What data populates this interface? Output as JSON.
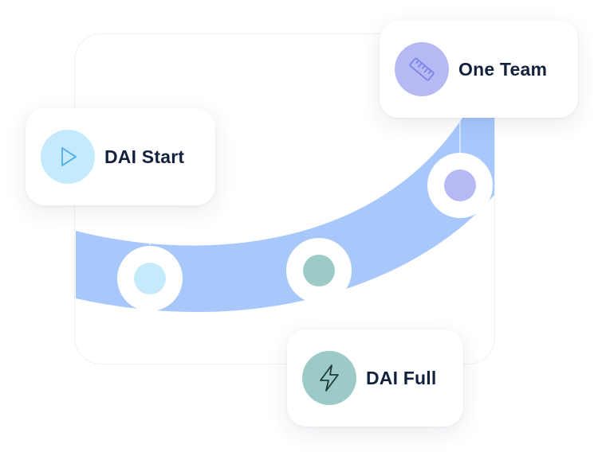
{
  "stages": [
    {
      "id": "start",
      "label": "DAI Start",
      "icon": "play-icon",
      "icon_bg": "#c4eafc",
      "icon_color": "#5ab4e8",
      "dot_color": "#c4eafc"
    },
    {
      "id": "full",
      "label": "DAI Full",
      "icon": "lightning-icon",
      "icon_bg": "#9ccac6",
      "icon_color": "#1f3a3a",
      "dot_color": "#9ccac6"
    },
    {
      "id": "team",
      "label": "One Team",
      "icon": "ruler-icon",
      "icon_bg": "#b7b9f4",
      "icon_color": "#7f88e6",
      "dot_color": "#b7b9f4"
    }
  ],
  "colors": {
    "track": "#a8c8fb",
    "text": "#14213d",
    "card_bg": "#ffffff",
    "frame_border": "#eef0f4"
  }
}
